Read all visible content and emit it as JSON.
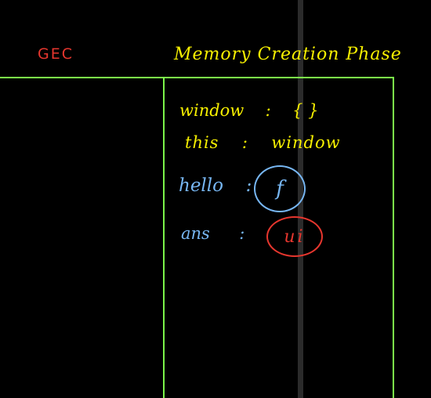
{
  "labels": {
    "gec": "GEC",
    "phase": "Memory Creation Phase"
  },
  "memory": {
    "window": {
      "key": "window",
      "sep": ":",
      "value": "{  }"
    },
    "this": {
      "key": "this",
      "sep": ":",
      "value": "window"
    },
    "hello": {
      "key": "hello",
      "sep": ":",
      "value": "f"
    },
    "ans": {
      "key": "ans",
      "sep": ":",
      "value": "ui"
    }
  },
  "colors": {
    "background": "#000000",
    "lines": "#7cff4a",
    "yellow_ink": "#f7f000",
    "blue_ink": "#77b6f2",
    "red_ink": "#e6362e"
  }
}
